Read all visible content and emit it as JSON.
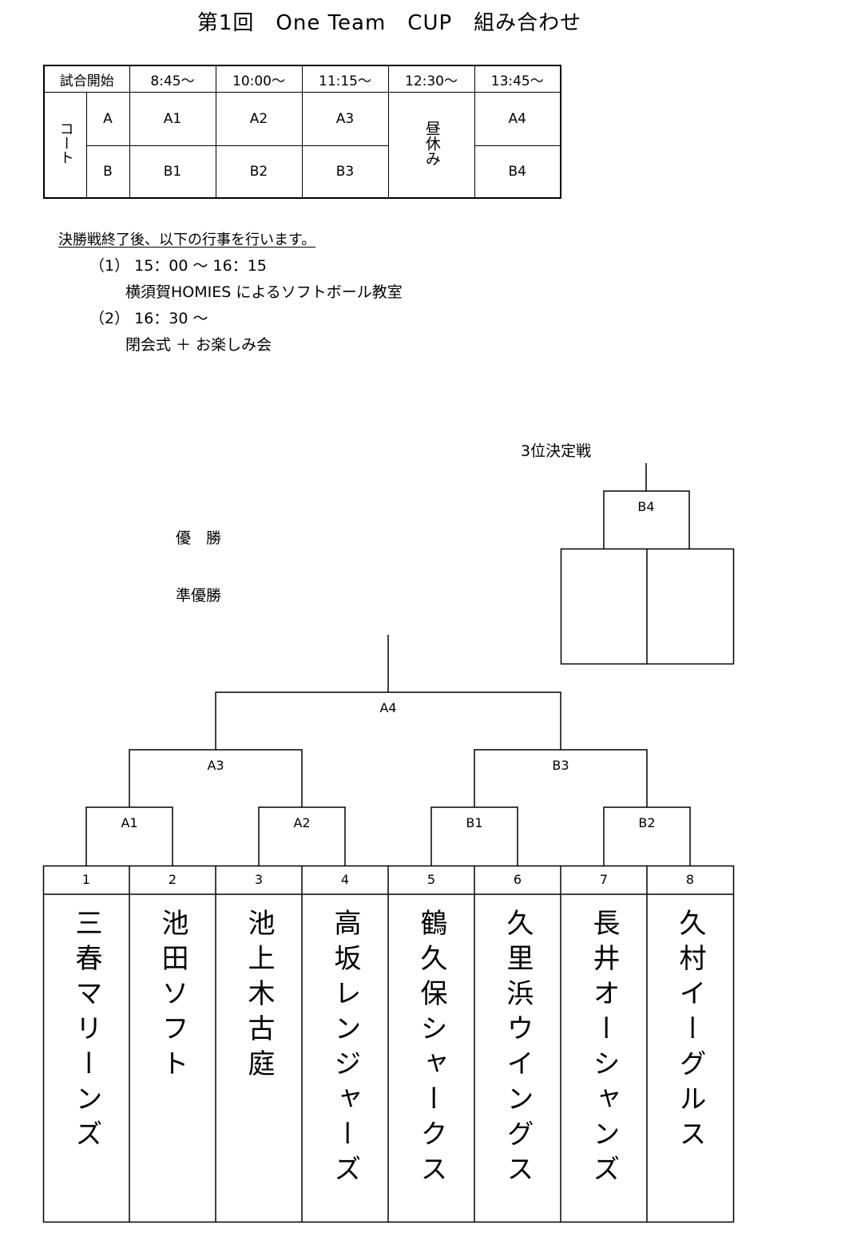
{
  "title": "第1回　One Team　CUP　組み合わせ",
  "schedule": {
    "header_label": "試合開始",
    "times": [
      "8:45～",
      "10:00～",
      "11:15～",
      "12:30～",
      "13:45～"
    ],
    "court_label": "コート",
    "court_a": "A",
    "court_b": "B",
    "row_a": [
      "A1",
      "A2",
      "A3",
      "A4"
    ],
    "row_b": [
      "B1",
      "B2",
      "B3",
      "B4"
    ],
    "lunch": "昼休み"
  },
  "notes": {
    "heading": "決勝戦終了後、以下の行事を行います。",
    "item1_time": "（1）  15：00 ～ 16：15",
    "item1_desc": "横須賀HOMIES によるソフトボール教室",
    "item2_time": "（2）  16：30 ～",
    "item2_desc": "閉会式 ＋ お楽しみ会"
  },
  "awards": {
    "winner": "優　勝",
    "runner_up": "準優勝"
  },
  "third_place": {
    "label": "3位決定戦",
    "match": "B4"
  },
  "bracket": {
    "final": "A4",
    "semi_left": "A3",
    "semi_right": "B3",
    "r1": [
      "A1",
      "A2",
      "B1",
      "B2"
    ],
    "numbers": [
      "1",
      "2",
      "3",
      "4",
      "5",
      "6",
      "7",
      "8"
    ],
    "teams": [
      "三春マリーンズ",
      "池田ソフト",
      "池上木古庭",
      "高坂レンジャーズ",
      "鶴久保シャークス",
      "久里浜ウイングス",
      "長井オーシャンズ",
      "久村イーグルス"
    ]
  }
}
